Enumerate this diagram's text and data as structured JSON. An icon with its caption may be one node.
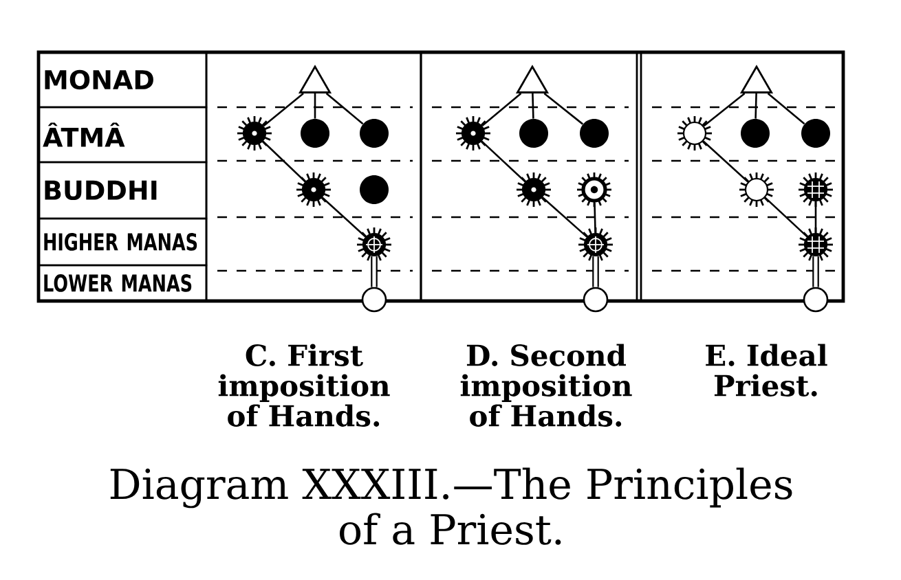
{
  "diagram": {
    "caption": "Diagram XXXIII.—The Principles of a Priest.",
    "nodes": [
      {
        "text": [
          "MONAD"
        ]
      },
      {
        "text": [
          "ÂTMÂ"
        ]
      },
      {
        "text": [
          "BUDDHI"
        ]
      },
      {
        "text": [
          "HIGHER MANAS"
        ]
      },
      {
        "text": [
          "LOWER MANAS"
        ]
      },
      {
        "text": [
          "C. First imposition of Hands."
        ]
      },
      {
        "text": [],
        "shape": "triangle",
        "in": 5
      },
      {
        "text": [],
        "shape": "star",
        "in": 5
      },
      {
        "text": [],
        "shape": "dot",
        "in": 5
      },
      {
        "text": [],
        "shape": "dot",
        "in": 5
      },
      {
        "text": [],
        "shape": "star",
        "in": 5
      },
      {
        "text": [],
        "shape": "dot",
        "in": 5
      },
      {
        "text": [],
        "shape": "star",
        "in": 5
      },
      {
        "text": [],
        "shape": "circle"
      },
      {
        "text": [
          "D. Second imposition of Hands."
        ]
      },
      {
        "text": [],
        "shape": "triangle",
        "in": 14
      },
      {
        "text": [],
        "shape": "star",
        "in": 14
      },
      {
        "text": [],
        "shape": "dot",
        "in": 14
      },
      {
        "text": [],
        "shape": "dot",
        "in": 14
      },
      {
        "text": [],
        "shape": "star",
        "in": 14
      },
      {
        "text": [],
        "shape": "star",
        "in": 14
      },
      {
        "text": [],
        "shape": "star",
        "in": 14
      },
      {
        "text": [],
        "shape": "circle"
      },
      {
        "text": [
          "E. Ideal Priest."
        ]
      },
      {
        "text": [],
        "shape": "triangle",
        "in": 23
      },
      {
        "text": [],
        "shape": "star",
        "in": 23
      },
      {
        "text": [],
        "shape": "dot",
        "in": 23
      },
      {
        "text": [],
        "shape": "dot",
        "in": 23
      },
      {
        "text": [],
        "shape": "star",
        "in": 23
      },
      {
        "text": [],
        "shape": "star",
        "in": 23
      },
      {
        "text": [],
        "shape": "star",
        "in": 23
      },
      {
        "text": [],
        "shape": "circle"
      }
    ],
    "edges": [
      {
        "from": 6,
        "to": 7,
        "arrow": "none"
      },
      {
        "from": 6,
        "to": 8,
        "arrow": "none"
      },
      {
        "from": 6,
        "to": 9,
        "arrow": "none"
      },
      {
        "from": 7,
        "to": 10,
        "arrow": "none"
      },
      {
        "from": 10,
        "to": 12,
        "arrow": "none"
      },
      {
        "from": 12,
        "to": 13,
        "arrow": "none",
        "style": "thick"
      },
      {
        "from": 15,
        "to": 16,
        "arrow": "none"
      },
      {
        "from": 15,
        "to": 17,
        "arrow": "none"
      },
      {
        "from": 15,
        "to": 18,
        "arrow": "none"
      },
      {
        "from": 16,
        "to": 19,
        "arrow": "none"
      },
      {
        "from": 19,
        "to": 21,
        "arrow": "none"
      },
      {
        "from": 20,
        "to": 21,
        "arrow": "none"
      },
      {
        "from": 21,
        "to": 22,
        "arrow": "none",
        "style": "thick"
      },
      {
        "from": 24,
        "to": 25,
        "arrow": "none"
      },
      {
        "from": 24,
        "to": 26,
        "arrow": "none"
      },
      {
        "from": 24,
        "to": 27,
        "arrow": "none"
      },
      {
        "from": 25,
        "to": 28,
        "arrow": "none"
      },
      {
        "from": 28,
        "to": 30,
        "arrow": "none"
      },
      {
        "from": 29,
        "to": 30,
        "arrow": "none"
      },
      {
        "from": 30,
        "to": 31,
        "arrow": "none",
        "style": "thick"
      }
    ]
  }
}
